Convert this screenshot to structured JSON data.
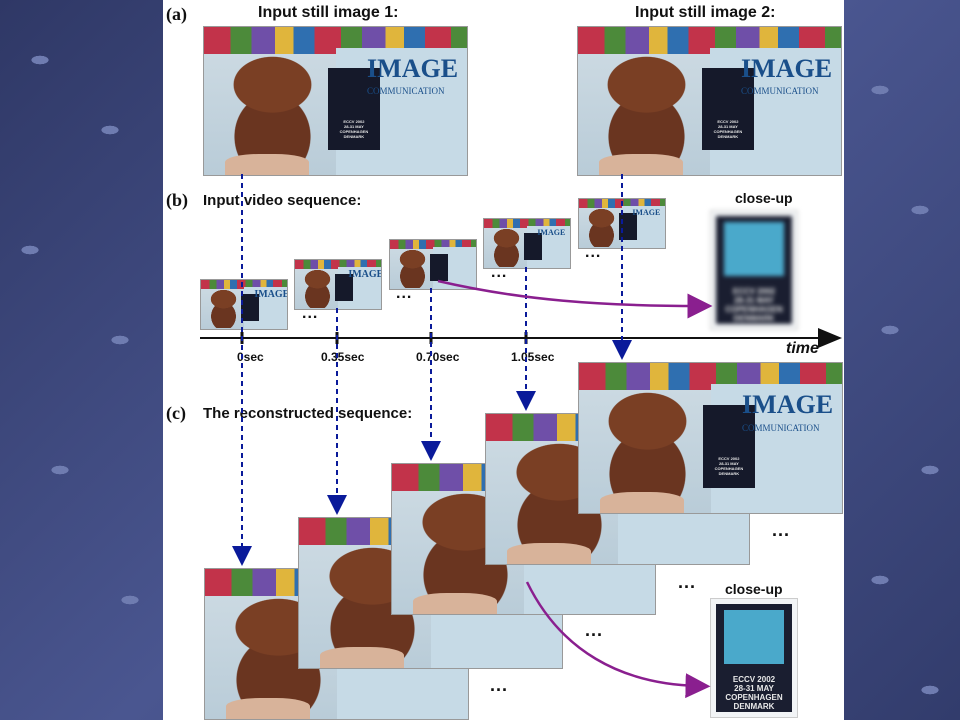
{
  "labels": {
    "a": "(a)",
    "input1": "Input still image 1:",
    "input2": "Input still image 2:",
    "b": "(b)",
    "video": "Input video sequence:",
    "c": "(c)",
    "reconstructed": "The reconstructed sequence:",
    "closeup_top": "close-up",
    "closeup_bottom": "close-up",
    "time": "time"
  },
  "timeline": [
    "0sec",
    "0.35sec",
    "0.70sec",
    "1.05sec"
  ],
  "magazine": {
    "title": "IMAGE",
    "subtitle": "COMMUNICATION"
  },
  "poster_text": "ECCV 2002\n28-31 MAY\nCOPENHAGEN\nDENMARK",
  "ellipsis": "...",
  "colors": {
    "arrow_blue": "#0a1a9a",
    "arrow_purple": "#8a1f8f",
    "slide_bg": "#3f4a7a"
  }
}
